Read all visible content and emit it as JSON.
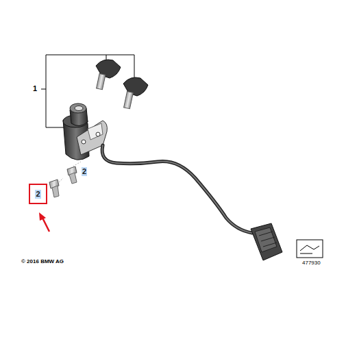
{
  "diagram": {
    "nodes": [
      {
        "text": [
          "2"
        ]
      }
    ],
    "edges": [],
    "labels": [
      "1",
      "2",
      "© 2016 BMW AG",
      "477930"
    ]
  }
}
